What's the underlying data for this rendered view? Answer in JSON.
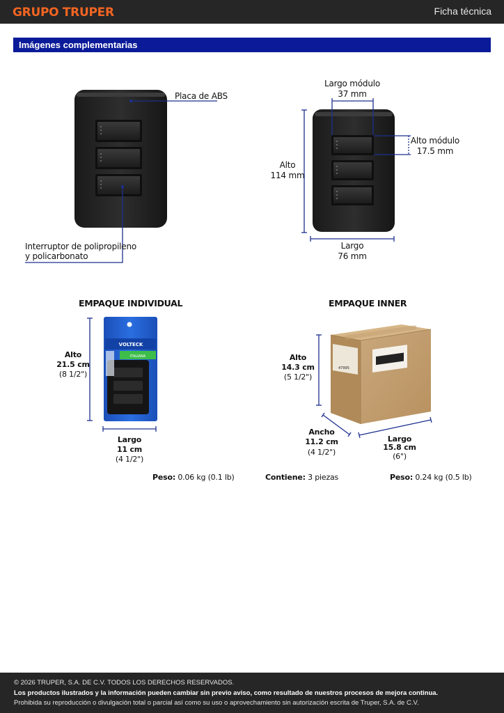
{
  "header": {
    "brand": "GRUPO TRUPER",
    "doc_type": "Ficha técnica"
  },
  "section": {
    "title": "Imágenes complementarias"
  },
  "product_callouts": {
    "plate": "Placa de ABS",
    "switch_line1": "Interruptor de polipropileno",
    "switch_line2": "y policarbonato"
  },
  "dimensions": {
    "module_length_label": "Largo módulo",
    "module_length_value": "37 mm",
    "module_height_label": "Alto módulo",
    "module_height_value": "17.5 mm",
    "height_label": "Alto",
    "height_value": "114 mm",
    "length_label": "Largo",
    "length_value": "76 mm"
  },
  "individual_pack": {
    "heading": "EMPAQUE INDIVIDUAL",
    "height_label": "Alto",
    "height_cm": "21.5 cm",
    "height_in": "(8 1/2\")",
    "length_label": "Largo",
    "length_cm": "11 cm",
    "length_in": "(4 1/2\")",
    "weight_label": "Peso:",
    "weight_value": "0.06 kg (0.1 lb)",
    "package_brand": "VOLTECK",
    "package_tag": "ITALIANA"
  },
  "inner_pack": {
    "heading": "EMPAQUE INNER",
    "height_label": "Alto",
    "height_cm": "14.3 cm",
    "height_in": "(5 1/2\")",
    "width_label": "Ancho",
    "width_cm": "11.2 cm",
    "width_in": "(4 1/2\")",
    "length_label": "Largo",
    "length_cm": "15.8 cm",
    "length_in": "(6\")",
    "contains_label": "Contiene:",
    "contains_value": "3 piezas",
    "weight_label": "Peso:",
    "weight_value": "0.24 kg (0.5 lb)"
  },
  "footer": {
    "copyright": "© 2026 TRUPER, S.A. DE C.V. TODOS LOS DERECHOS RESERVADOS.",
    "notice": "Los productos ilustrados y la información pueden cambiar sin previo aviso, como resultado de nuestros procesos de mejora continua.",
    "legal": "Prohibida su reproducción o divulgación total o parcial así como su uso o aprovechamiento sin autorización escrita de Truper, S.A. de C.V."
  },
  "colors": {
    "brand_orange": "#f26522",
    "section_blue": "#0a1a99",
    "dimension_line": "#1c2f8f",
    "dark_bar": "#262626"
  }
}
